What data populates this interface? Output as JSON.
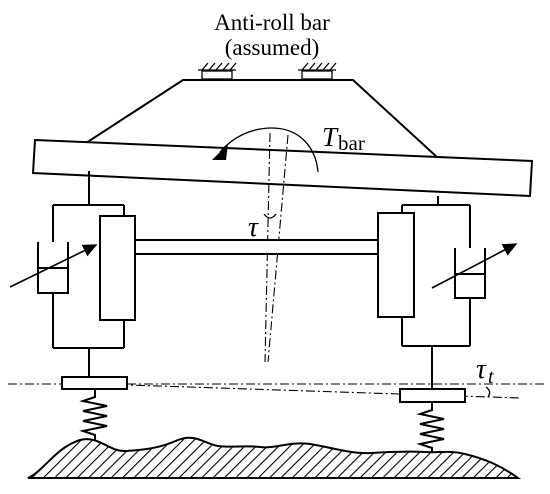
{
  "title_line1": "Anti-roll bar",
  "title_line2": "(assumed)",
  "torque_symbol": "T",
  "torque_subscript": "bar",
  "body_roll_symbol": "τ",
  "tire_roll_symbol": "τ",
  "tire_roll_subscript": "t"
}
